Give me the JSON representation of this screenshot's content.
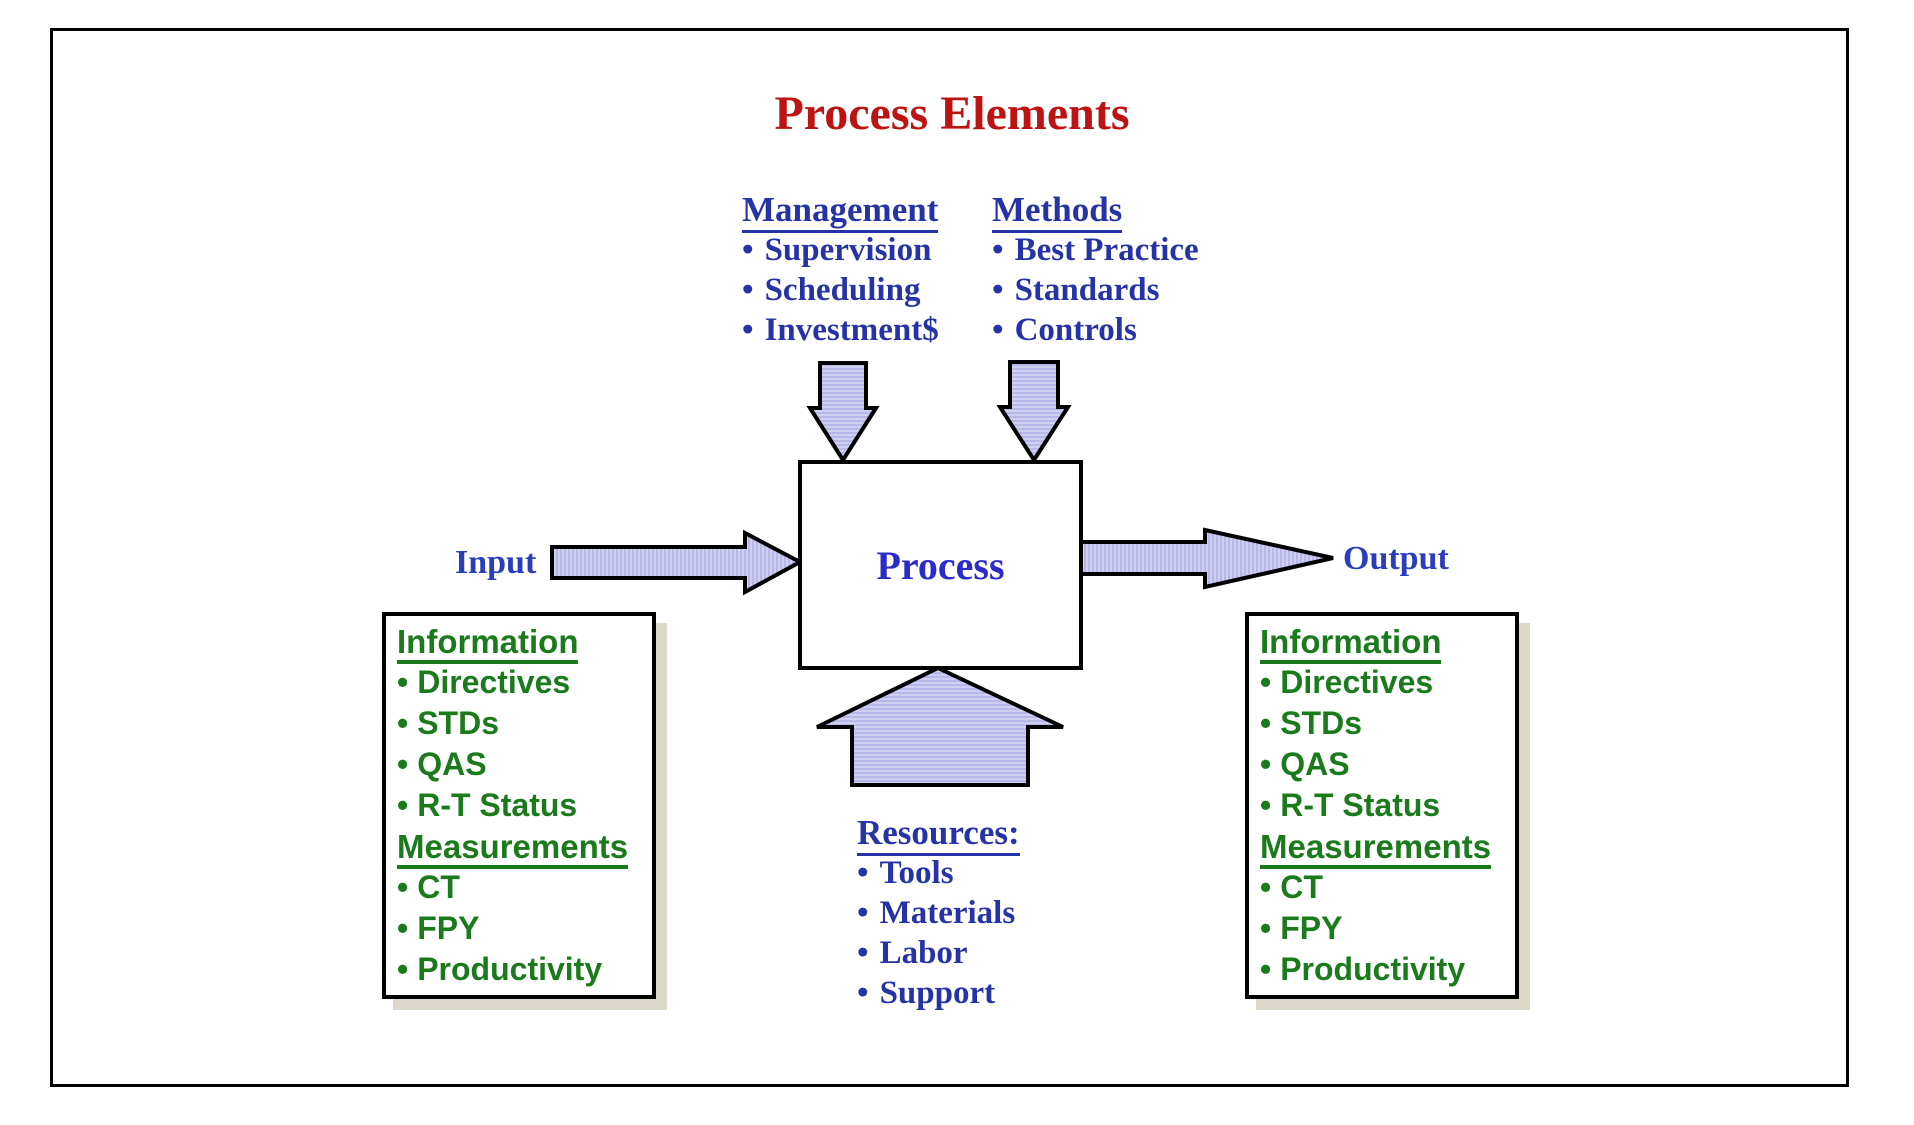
{
  "title": "Process Elements",
  "top": {
    "management": {
      "heading": "Management",
      "items": [
        "Supervision",
        "Scheduling",
        "Investment$"
      ]
    },
    "methods": {
      "heading": "Methods",
      "items": [
        "Best Practice",
        "Standards",
        "Controls"
      ]
    }
  },
  "process": {
    "label": "Process"
  },
  "flow": {
    "input_label": "Input",
    "output_label": "Output"
  },
  "left_panel": {
    "sections": [
      {
        "heading": "Information",
        "items": [
          "Directives",
          "STDs",
          "QAS",
          "R-T Status"
        ]
      },
      {
        "heading": "Measurements",
        "items": [
          "CT",
          "FPY",
          "Productivity"
        ]
      }
    ]
  },
  "right_panel": {
    "sections": [
      {
        "heading": "Information",
        "items": [
          "Directives",
          "STDs",
          "QAS",
          "R-T Status"
        ]
      },
      {
        "heading": "Measurements",
        "items": [
          "CT",
          "FPY",
          "Productivity"
        ]
      }
    ]
  },
  "bottom": {
    "resources": {
      "heading": "Resources:",
      "items": [
        "Tools",
        "Materials",
        "Labor",
        "Support"
      ]
    }
  },
  "icons": {
    "management_arrow": "block-arrow-down-icon",
    "methods_arrow": "block-arrow-down-icon",
    "input_arrow": "block-arrow-right-icon",
    "output_arrow": "block-arrow-right-icon",
    "resources_arrow": "block-arrow-up-icon"
  },
  "colors": {
    "title_red": "#BE1313",
    "list_blue": "#2533A6",
    "io_blue": "#2A3EBD",
    "process_blue": "#2B2BCC",
    "panel_green": "#1B7A1B",
    "arrow_fill": "#CFCFF2",
    "arrow_stripe": "#B7B7E8",
    "outline_black": "#000000",
    "panel_shadow": "#DDD9CA",
    "background": "#FFFFFF"
  }
}
